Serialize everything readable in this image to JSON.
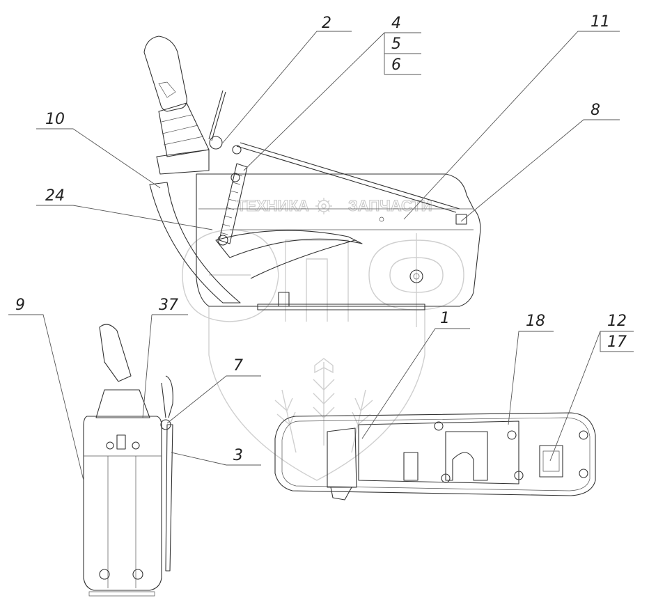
{
  "watermark": {
    "text_left": "ТЕХНИКА",
    "text_right": "ЗАПЧАСТИ",
    "logo_letters": "ЭПФ",
    "gear_icon": "gear-icon",
    "wheat_icon": "wheat-ears-icon"
  },
  "callouts": [
    {
      "id": "c2",
      "label": "2"
    },
    {
      "id": "c4",
      "label": "4"
    },
    {
      "id": "c5",
      "label": "5"
    },
    {
      "id": "c6",
      "label": "6"
    },
    {
      "id": "c11",
      "label": "11"
    },
    {
      "id": "c8",
      "label": "8"
    },
    {
      "id": "c10",
      "label": "10"
    },
    {
      "id": "c24",
      "label": "24"
    },
    {
      "id": "c9",
      "label": "9"
    },
    {
      "id": "c37",
      "label": "37"
    },
    {
      "id": "c7",
      "label": "7"
    },
    {
      "id": "c3",
      "label": "3"
    },
    {
      "id": "c1",
      "label": "1"
    },
    {
      "id": "c18",
      "label": "18"
    },
    {
      "id": "c12",
      "label": "12"
    },
    {
      "id": "c17",
      "label": "17"
    }
  ]
}
